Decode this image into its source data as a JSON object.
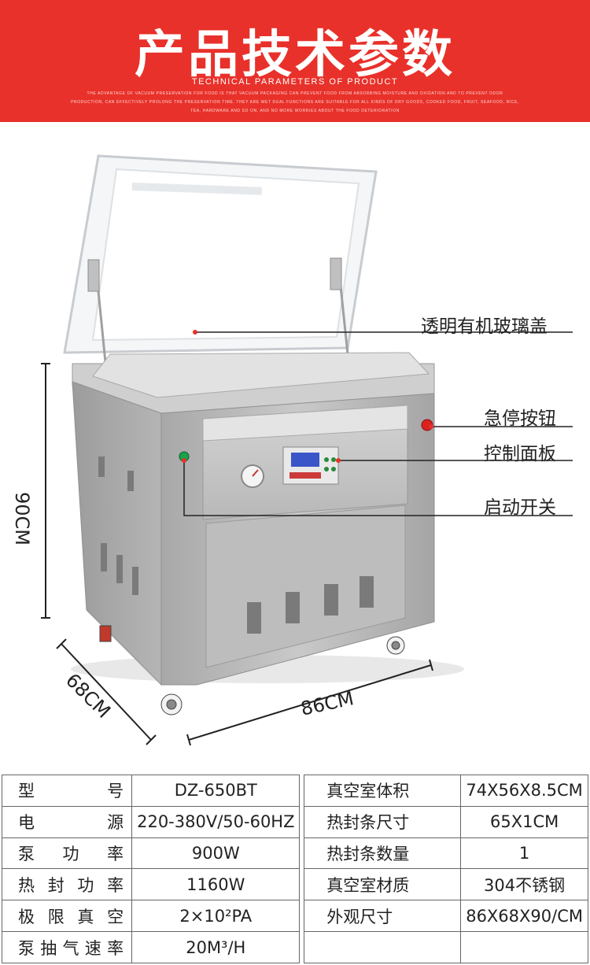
{
  "banner": {
    "title": "产品技术参数",
    "subtitle": "TECHNICAL PARAMETERS OF PRODUCT",
    "description": "THE ADVANTAGE OF VACUUM PRESERVATION FOR FOOD IS THAT VACUUM PACKAGING CAN PREVENT FOOD FROM ABSORBING MOISTURE AND OXIDATION AND TO PREVENT ODOR PRODUCTION, CAN EFFECTIVELY PROLONG THE PRESERVATION TIME. THEY ARE WET DUAL FUNCTIONS ARE SUITABLE FOR ALL KINDS OF DRY GOODS, COOKED FOOD, FRUIT, SEAFOOD, RICE, TEA, HARDWARE AND SO ON, AND NO MORE WORRIES ABOUT THE FOOD DETERIORATION"
  },
  "callouts": {
    "lid": "透明有机玻璃盖",
    "emergency_stop": "急停按钮",
    "control_panel": "控制面板",
    "start_switch": "启动开关"
  },
  "dimensions": {
    "height": "90CM",
    "depth": "68CM",
    "width": "86CM"
  },
  "specs": [
    {
      "label": "型号",
      "value": "DZ-650BT",
      "label2": "真空室体积",
      "value2": "74X56X8.5CM"
    },
    {
      "label": "电源",
      "value": "220-380V/50-60HZ",
      "label2": "热封条尺寸",
      "value2": "65X1CM"
    },
    {
      "label": "泵功率",
      "value": "900W",
      "label2": "热封条数量",
      "value2": "1"
    },
    {
      "label": "热封功率",
      "value": "1160W",
      "label2": "真空室材质",
      "value2": "304不锈钢"
    },
    {
      "label": "极限真空",
      "value": "2×10²PA",
      "label2": "外观尺寸",
      "value2": "86X68X90/CM"
    },
    {
      "label": "泵抽气速率",
      "value": "20M³/H",
      "label2": "",
      "value2": ""
    }
  ],
  "colors": {
    "banner": "#e8312a",
    "steel": "#b9b9b9",
    "emergency_button": "#d9231f",
    "start_button": "#1aa34a"
  }
}
